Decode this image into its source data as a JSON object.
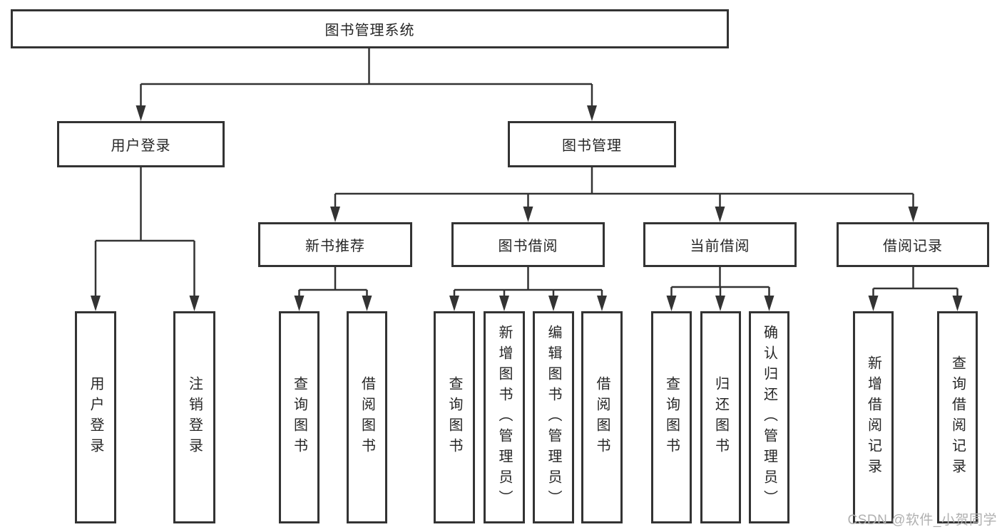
{
  "diagram_type": "hierarchy-tree",
  "colors": {
    "line": "#333333",
    "box_border": "#333333",
    "box_fill": "#ffffff",
    "text": "#262626",
    "watermark": "#b0b0b0",
    "background": "#ffffff"
  },
  "tree": {
    "label": "图书管理系统",
    "children": [
      {
        "label": "用户登录",
        "children": [
          {
            "label": "用户登录"
          },
          {
            "label": "注销登录"
          }
        ]
      },
      {
        "label": "图书管理",
        "children": [
          {
            "label": "新书推荐",
            "children": [
              {
                "label": "查询图书"
              },
              {
                "label": "借阅图书"
              }
            ]
          },
          {
            "label": "图书借阅",
            "children": [
              {
                "label": "查询图书"
              },
              {
                "label": "新增图书（管理员）"
              },
              {
                "label": "编辑图书（管理员）"
              },
              {
                "label": "借阅图书"
              }
            ]
          },
          {
            "label": "当前借阅",
            "children": [
              {
                "label": "查询图书"
              },
              {
                "label": "归还图书"
              },
              {
                "label": "确认归还（管理员）"
              }
            ]
          },
          {
            "label": "借阅记录",
            "children": [
              {
                "label": "新增借阅记录"
              },
              {
                "label": "查询借阅记录"
              }
            ]
          }
        ]
      }
    ]
  },
  "watermark": {
    "text": "CSDN @软件_小贺同学"
  }
}
